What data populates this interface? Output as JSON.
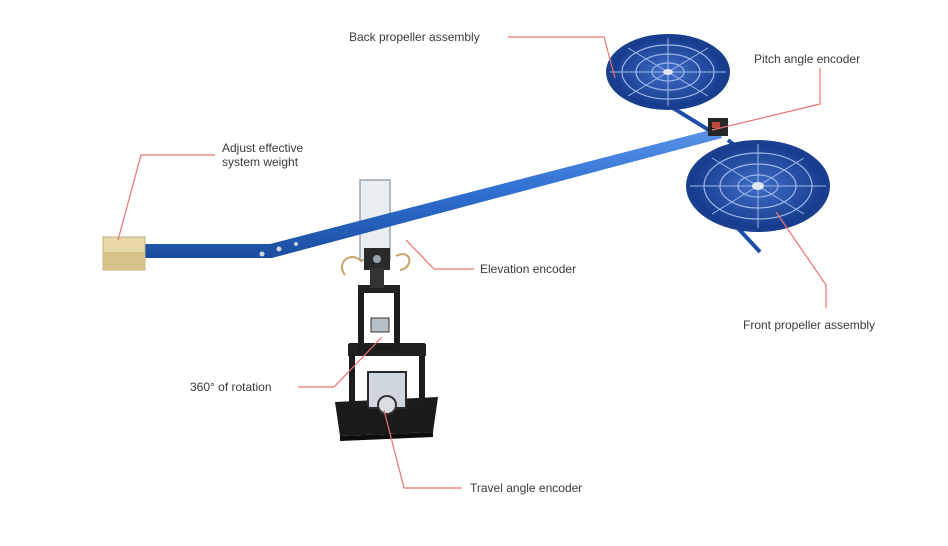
{
  "labels": {
    "back_propeller": "Back propeller assembly",
    "pitch_encoder": "Pitch angle encoder",
    "adjust_weight_line1": "Adjust effective",
    "adjust_weight_line2": "system weight",
    "elevation_encoder": "Elevation encoder",
    "front_propeller": "Front propeller assembly",
    "rotation": "360° of rotation",
    "travel_encoder": "Travel angle encoder"
  },
  "colors": {
    "leader_line": "#e8736f",
    "arm_blue": "#2f6fd0",
    "propeller_blue": "#1d4ea8",
    "stand_black": "#1c1c1c",
    "label_text": "#3a3a3a"
  }
}
